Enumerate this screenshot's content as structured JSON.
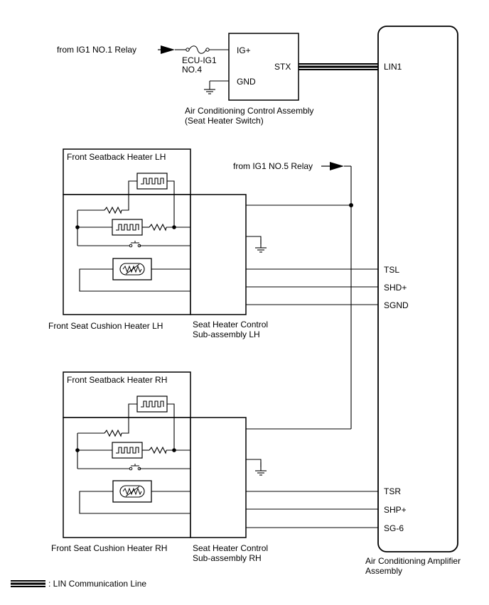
{
  "labels": {
    "from_ig1_no1": "from IG1 NO.1 Relay",
    "fuse_name_1": "ECU-IG1",
    "fuse_name_2": "NO.4",
    "ig_plus": "IG+",
    "gnd": "GND",
    "stx": "STX",
    "lin1": "LIN1",
    "control_assembly_1": "Air Conditioning Control Assembly",
    "control_assembly_2": "(Seat Heater Switch)",
    "seatback_lh": "Front Seatback Heater LH",
    "from_ig1_no5": "from IG1 NO.5 Relay",
    "tsl": "TSL",
    "shd_plus": "SHD+",
    "sgnd": "SGND",
    "cushion_lh": "Front Seat Cushion Heater LH",
    "controller_lh_1": "Seat Heater Control",
    "controller_lh_2": "Sub-assembly LH",
    "seatback_rh": "Front Seatback Heater RH",
    "tsr": "TSR",
    "shp_plus": "SHP+",
    "sg6": "SG-6",
    "cushion_rh": "Front Seat Cushion Heater RH",
    "controller_rh_1": "Seat Heater Control",
    "controller_rh_2": "Sub-assembly RH",
    "amplifier_1": "Air Conditioning Amplifier",
    "amplifier_2": "Assembly",
    "legend": ": LIN Communication Line"
  }
}
